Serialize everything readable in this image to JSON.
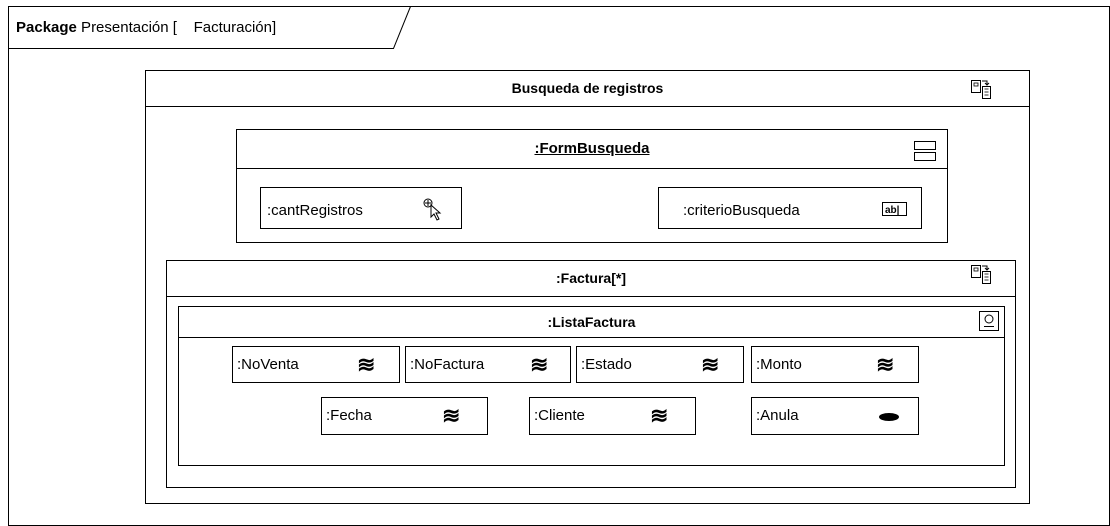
{
  "package": {
    "keyword": "Package",
    "name": " Presentación [    Facturación]"
  },
  "search_panel": {
    "title": "Busqueda de registros"
  },
  "form": {
    "title": ":FormBusqueda",
    "fields": [
      {
        "label": ":cantRegistros"
      },
      {
        "label": ":criterioBusqueda",
        "icon_text": "ab|"
      }
    ]
  },
  "factura": {
    "title": ":Factura[*]"
  },
  "lista": {
    "title": ":ListaFactura",
    "fields": [
      {
        "label": ":NoVenta"
      },
      {
        "label": ":NoFactura"
      },
      {
        "label": ":Estado"
      },
      {
        "label": ":Monto"
      },
      {
        "label": ":Fecha"
      },
      {
        "label": ":Cliente"
      },
      {
        "label": ":Anula"
      }
    ]
  },
  "icons": {
    "approx": "≋"
  }
}
